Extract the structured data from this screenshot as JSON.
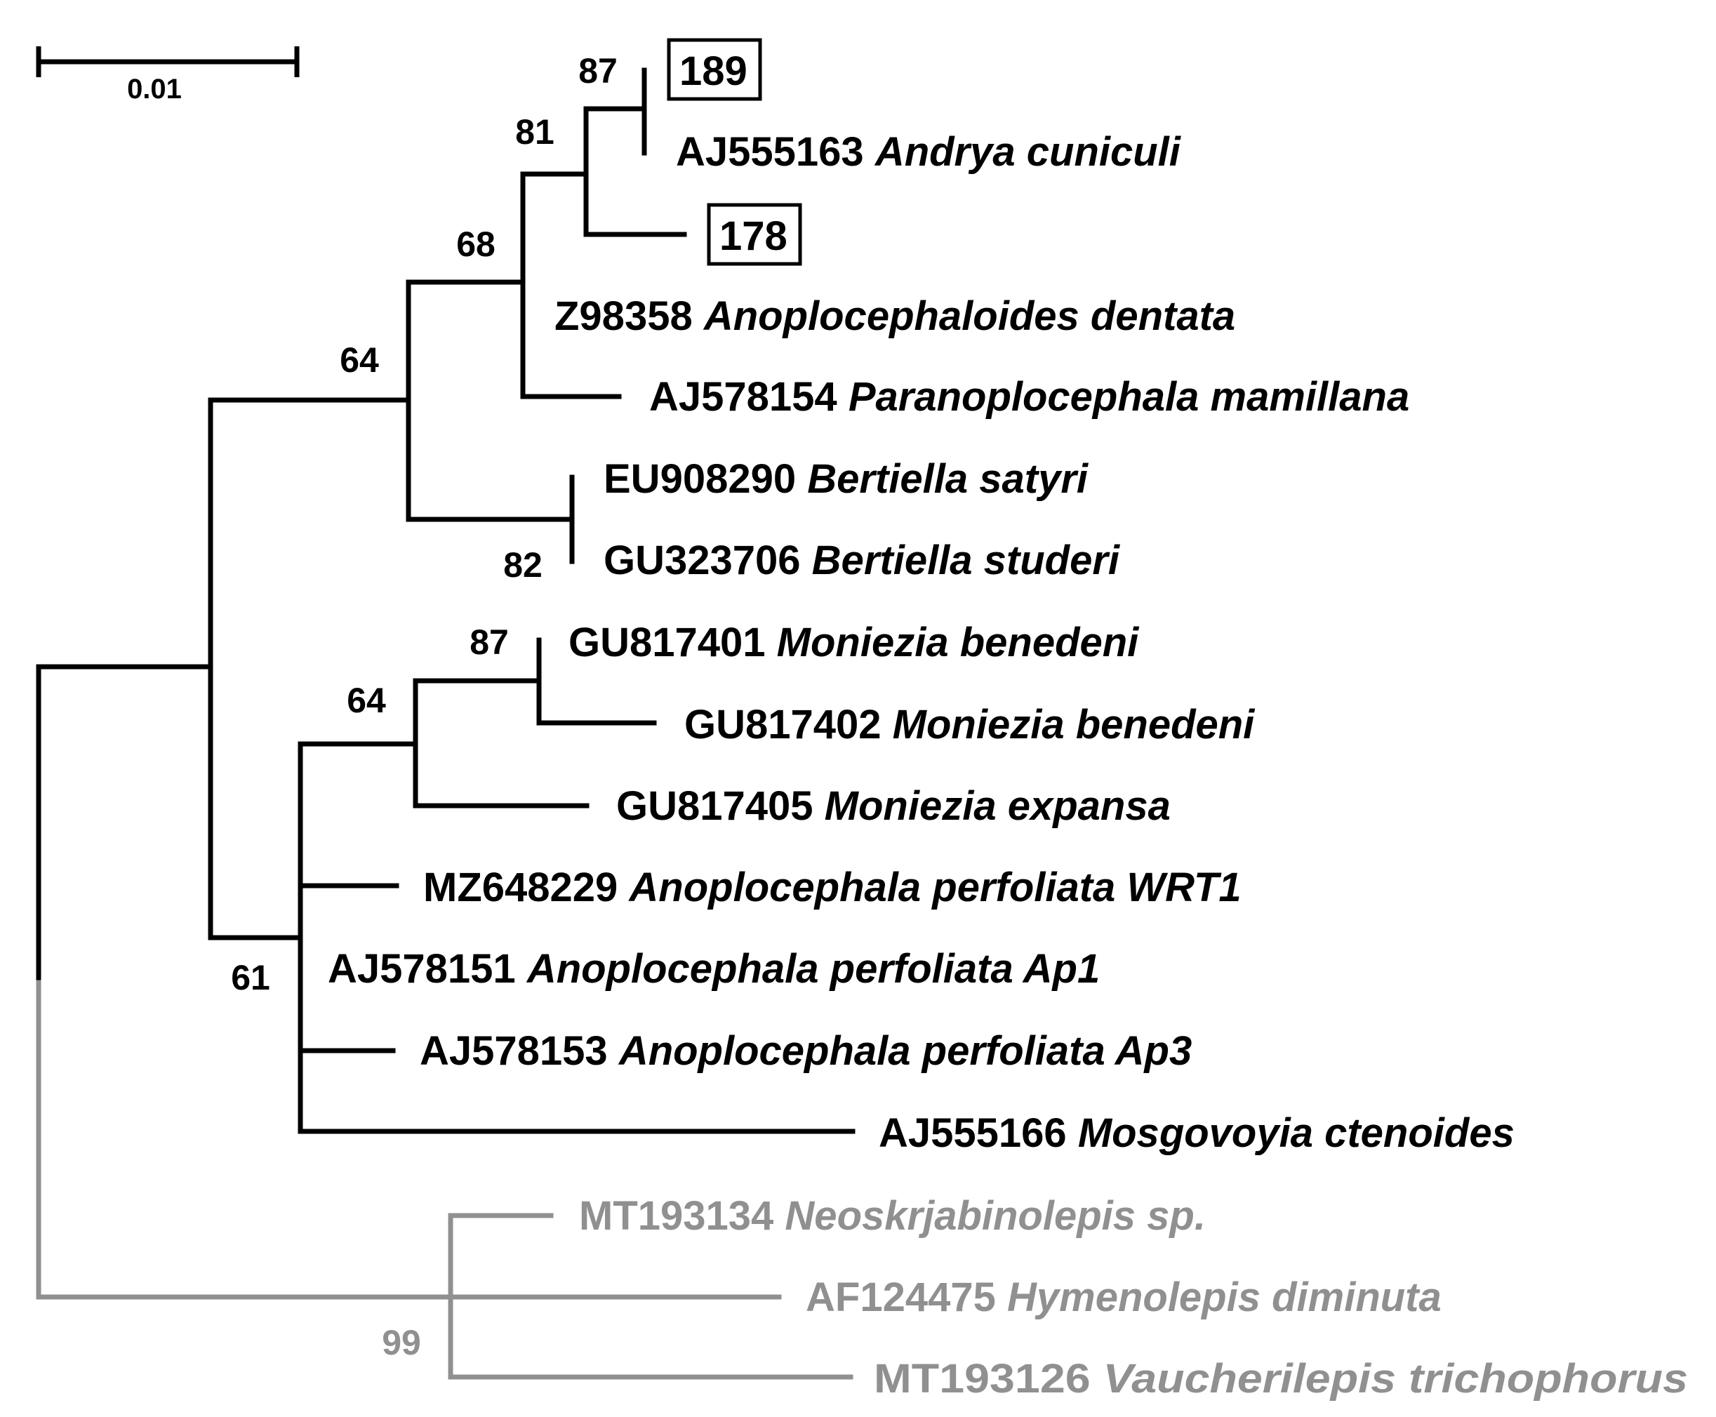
{
  "scale_bar": {
    "label": "0.01"
  },
  "colors": {
    "ingroup": "#000000",
    "outgroup": "#909090"
  },
  "taxa": [
    {
      "id": "t189",
      "accession": "189",
      "species": "",
      "boxed": true,
      "group": "ingroup"
    },
    {
      "id": "tAJ555163",
      "accession": "AJ555163",
      "species": "Andrya cuniculi",
      "group": "ingroup"
    },
    {
      "id": "t178",
      "accession": "178",
      "species": "",
      "boxed": true,
      "group": "ingroup"
    },
    {
      "id": "tZ98358",
      "accession": "Z98358",
      "species": "Anoplocephaloides dentata",
      "group": "ingroup"
    },
    {
      "id": "tAJ578154",
      "accession": "AJ578154",
      "species": "Paranoplocephala mamillana",
      "group": "ingroup"
    },
    {
      "id": "tEU908290",
      "accession": "EU908290",
      "species": "Bertiella satyri",
      "group": "ingroup"
    },
    {
      "id": "tGU323706",
      "accession": "GU323706",
      "species": "Bertiella studeri",
      "group": "ingroup"
    },
    {
      "id": "tGU817401",
      "accession": "GU817401",
      "species": "Moniezia benedeni",
      "group": "ingroup"
    },
    {
      "id": "tGU817402",
      "accession": "GU817402",
      "species": "Moniezia benedeni",
      "group": "ingroup"
    },
    {
      "id": "tGU817405",
      "accession": "GU817405",
      "species": "Moniezia expansa",
      "group": "ingroup"
    },
    {
      "id": "tMZ648229",
      "accession": "MZ648229",
      "species": "Anoplocephala perfoliata WRT1",
      "group": "ingroup"
    },
    {
      "id": "tAJ578151",
      "accession": "AJ578151",
      "species": "Anoplocephala perfoliata Ap1",
      "group": "ingroup"
    },
    {
      "id": "tAJ578153",
      "accession": "AJ578153",
      "species": "Anoplocephala perfoliata Ap3",
      "group": "ingroup"
    },
    {
      "id": "tAJ555166",
      "accession": "AJ555166",
      "species": "Mosgovoyia ctenoides",
      "group": "ingroup"
    },
    {
      "id": "tMT193134",
      "accession": "MT193134",
      "species": "Neoskrjabinolepis sp.",
      "group": "outgroup"
    },
    {
      "id": "tAF124475",
      "accession": "AF124475",
      "species": "Hymenolepis diminuta",
      "group": "outgroup"
    },
    {
      "id": "tMT193126",
      "accession": "MT193126",
      "species": "Vaucherilepis trichophorus",
      "group": "outgroup"
    }
  ],
  "bootstrap": {
    "b189_andrya": "87",
    "b_andrya_178": "81",
    "b_anoplocephaloides": "68",
    "b_bertiella_group": "64",
    "b_bertiella": "82",
    "b_moniezia_benedeni": "87",
    "b_moniezia": "64",
    "b_anoplocephala": "61",
    "b_outgroup": "99"
  }
}
